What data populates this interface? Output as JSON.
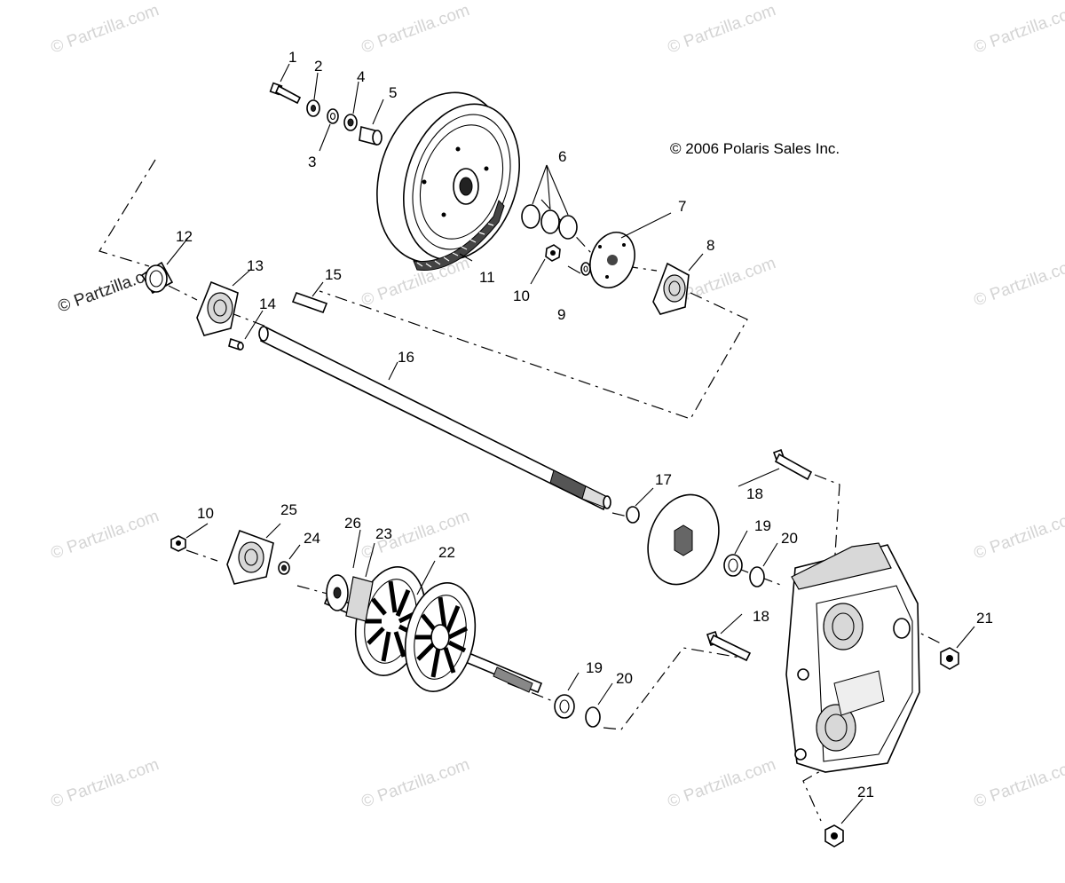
{
  "copyright": "© 2006 Polaris Sales Inc.",
  "watermark": "© Partzilla.com",
  "callouts": [
    "1",
    "2",
    "3",
    "4",
    "5",
    "6",
    "7",
    "8",
    "9",
    "10",
    "11",
    "12",
    "13",
    "14",
    "15",
    "16",
    "17",
    "18",
    "19",
    "20",
    "21",
    "22",
    "23",
    "24",
    "25",
    "26",
    "10",
    "18",
    "19",
    "20",
    "21"
  ]
}
